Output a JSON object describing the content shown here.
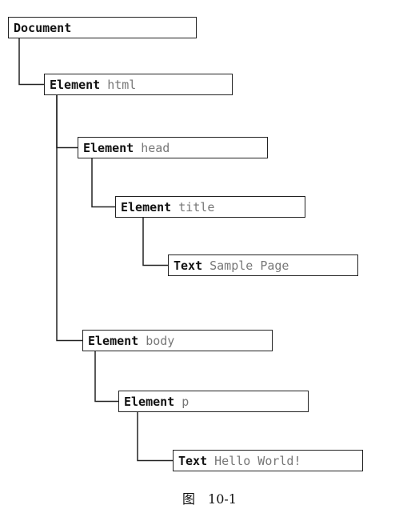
{
  "diagram": {
    "nodes": [
      {
        "id": "document",
        "kind": "Document",
        "name": ""
      },
      {
        "id": "html",
        "kind": "Element",
        "name": "html"
      },
      {
        "id": "head",
        "kind": "Element",
        "name": "head"
      },
      {
        "id": "title",
        "kind": "Element",
        "name": "title"
      },
      {
        "id": "title-text",
        "kind": "Text",
        "name": "Sample Page"
      },
      {
        "id": "body",
        "kind": "Element",
        "name": "body"
      },
      {
        "id": "p",
        "kind": "Element",
        "name": "p"
      },
      {
        "id": "p-text",
        "kind": "Text",
        "name": "Hello World!"
      }
    ],
    "edges": [
      {
        "from": "document",
        "to": "html"
      },
      {
        "from": "html",
        "to": "head"
      },
      {
        "from": "head",
        "to": "title"
      },
      {
        "from": "title",
        "to": "title-text"
      },
      {
        "from": "html",
        "to": "body"
      },
      {
        "from": "body",
        "to": "p"
      },
      {
        "from": "p",
        "to": "p-text"
      }
    ]
  },
  "caption": {
    "label": "图",
    "number": "10-1"
  }
}
